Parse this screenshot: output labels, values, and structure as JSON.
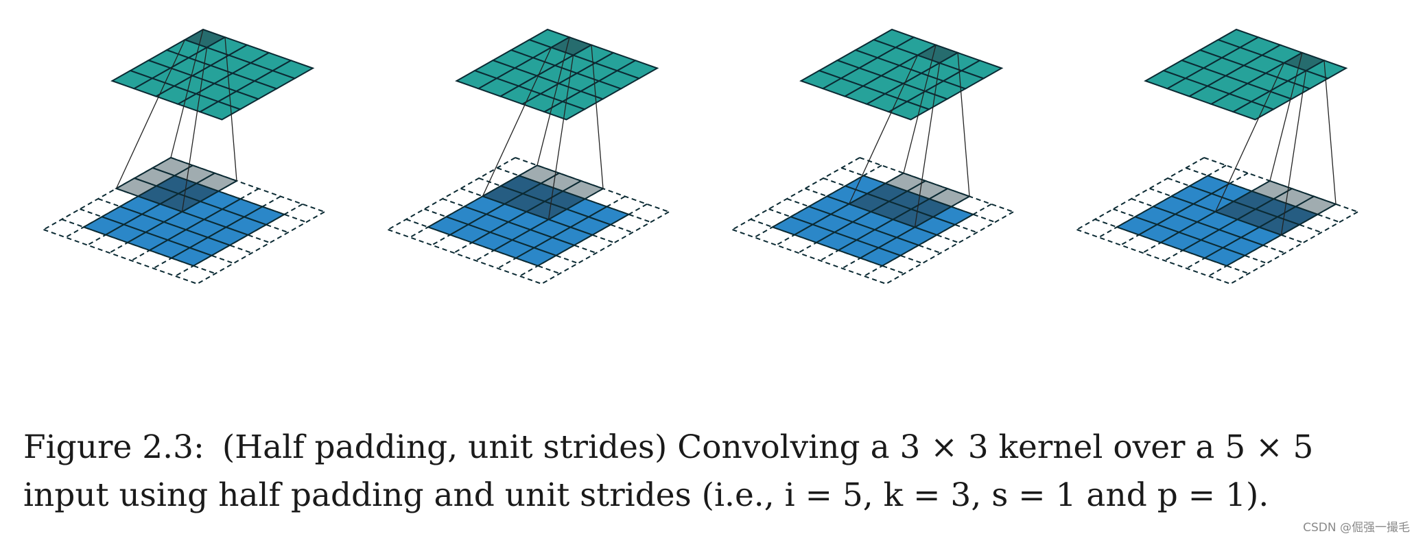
{
  "diagram": {
    "input_size": 5,
    "kernel_size": 3,
    "padding": 1,
    "stride": 1,
    "output_size": 5,
    "steps_shown": [
      {
        "kernel_row": 0,
        "kernel_col": 0,
        "output_row": 0,
        "output_col": 0
      },
      {
        "kernel_row": 0,
        "kernel_col": 1,
        "output_row": 0,
        "output_col": 1
      },
      {
        "kernel_row": 0,
        "kernel_col": 2,
        "output_row": 0,
        "output_col": 2
      },
      {
        "kernel_row": 0,
        "kernel_col": 3,
        "output_row": 0,
        "output_col": 3
      }
    ],
    "colors": {
      "output_cell": "#26a29a",
      "output_active": "#266c6e",
      "input_cell": "#2b87c8",
      "kernel_on_padding": "#a0acb0",
      "kernel_on_input": "#265b7e",
      "grid_line": "#0b2a33",
      "dashed_padding": "#0b2a33"
    }
  },
  "caption": {
    "label": "Figure 2.3:",
    "line1_text": "(Half padding, unit strides) Convolving a 3 × 3 kernel over a 5 × 5",
    "line2_text": "input using half padding and unit strides (i.e., i = 5, k = 3, s = 1 and p = 1)."
  },
  "watermark": "CSDN @倔强一撮毛"
}
